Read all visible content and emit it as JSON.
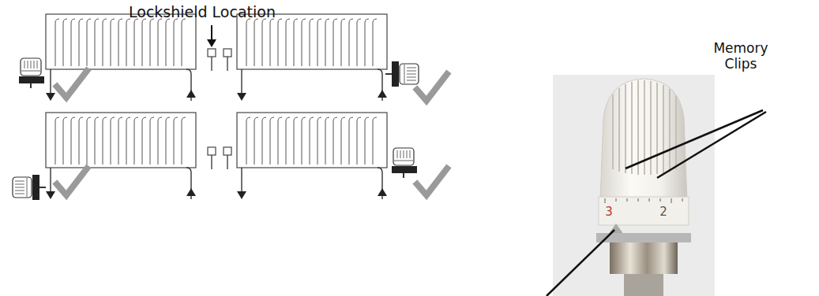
{
  "diagram": {
    "labels": [
      "Lockshield Location",
      "Memory Clips",
      "3",
      "2"
    ]
  }
}
